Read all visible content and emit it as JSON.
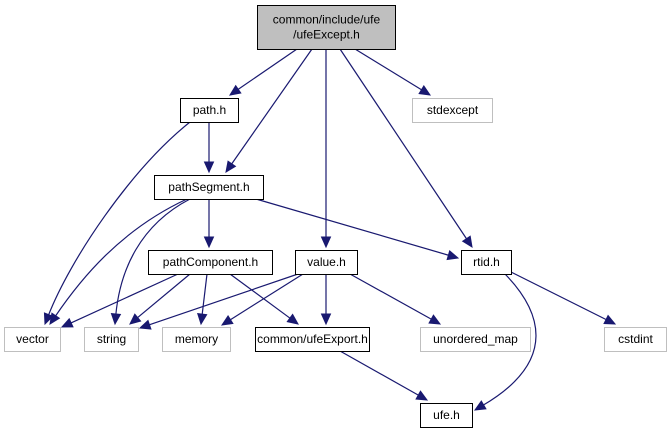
{
  "diagram": {
    "type": "include-dependency-graph",
    "colors": {
      "edge": "#191970",
      "root_fill": "#bfbfbf",
      "root_border": "#000000",
      "documented_border": "#000000",
      "external_border": "#bfbfbf",
      "node_fill": "#ffffff"
    },
    "nodes": [
      {
        "id": "root",
        "label": [
          "common/include/ufe",
          "/ufeExcept.h"
        ],
        "kind": "root"
      },
      {
        "id": "path",
        "label": [
          "path.h"
        ],
        "kind": "documented"
      },
      {
        "id": "stdexcept",
        "label": [
          "stdexcept"
        ],
        "kind": "external"
      },
      {
        "id": "pathSegment",
        "label": [
          "pathSegment.h"
        ],
        "kind": "documented"
      },
      {
        "id": "pathComponent",
        "label": [
          "pathComponent.h"
        ],
        "kind": "documented"
      },
      {
        "id": "value",
        "label": [
          "value.h"
        ],
        "kind": "documented"
      },
      {
        "id": "rtid",
        "label": [
          "rtid.h"
        ],
        "kind": "documented"
      },
      {
        "id": "vector",
        "label": [
          "vector"
        ],
        "kind": "external"
      },
      {
        "id": "string",
        "label": [
          "string"
        ],
        "kind": "external"
      },
      {
        "id": "memory",
        "label": [
          "memory"
        ],
        "kind": "external"
      },
      {
        "id": "ufeExport",
        "label": [
          "common/ufeExport.h"
        ],
        "kind": "documented"
      },
      {
        "id": "unordered_map",
        "label": [
          "unordered_map"
        ],
        "kind": "external"
      },
      {
        "id": "cstdint",
        "label": [
          "cstdint"
        ],
        "kind": "external"
      },
      {
        "id": "ufe",
        "label": [
          "ufe.h"
        ],
        "kind": "documented"
      }
    ],
    "edges": [
      {
        "from": "root",
        "to": "path"
      },
      {
        "from": "root",
        "to": "pathSegment"
      },
      {
        "from": "root",
        "to": "value"
      },
      {
        "from": "root",
        "to": "rtid"
      },
      {
        "from": "root",
        "to": "stdexcept"
      },
      {
        "from": "path",
        "to": "pathSegment"
      },
      {
        "from": "path",
        "to": "vector"
      },
      {
        "from": "pathSegment",
        "to": "pathComponent"
      },
      {
        "from": "pathSegment",
        "to": "rtid"
      },
      {
        "from": "pathSegment",
        "to": "vector"
      },
      {
        "from": "pathSegment",
        "to": "string"
      },
      {
        "from": "pathComponent",
        "to": "vector"
      },
      {
        "from": "pathComponent",
        "to": "string"
      },
      {
        "from": "pathComponent",
        "to": "memory"
      },
      {
        "from": "pathComponent",
        "to": "ufeExport"
      },
      {
        "from": "value",
        "to": "string"
      },
      {
        "from": "value",
        "to": "memory"
      },
      {
        "from": "value",
        "to": "ufeExport"
      },
      {
        "from": "value",
        "to": "unordered_map"
      },
      {
        "from": "rtid",
        "to": "cstdint"
      },
      {
        "from": "rtid",
        "to": "ufe"
      },
      {
        "from": "ufeExport",
        "to": "ufe"
      }
    ]
  }
}
